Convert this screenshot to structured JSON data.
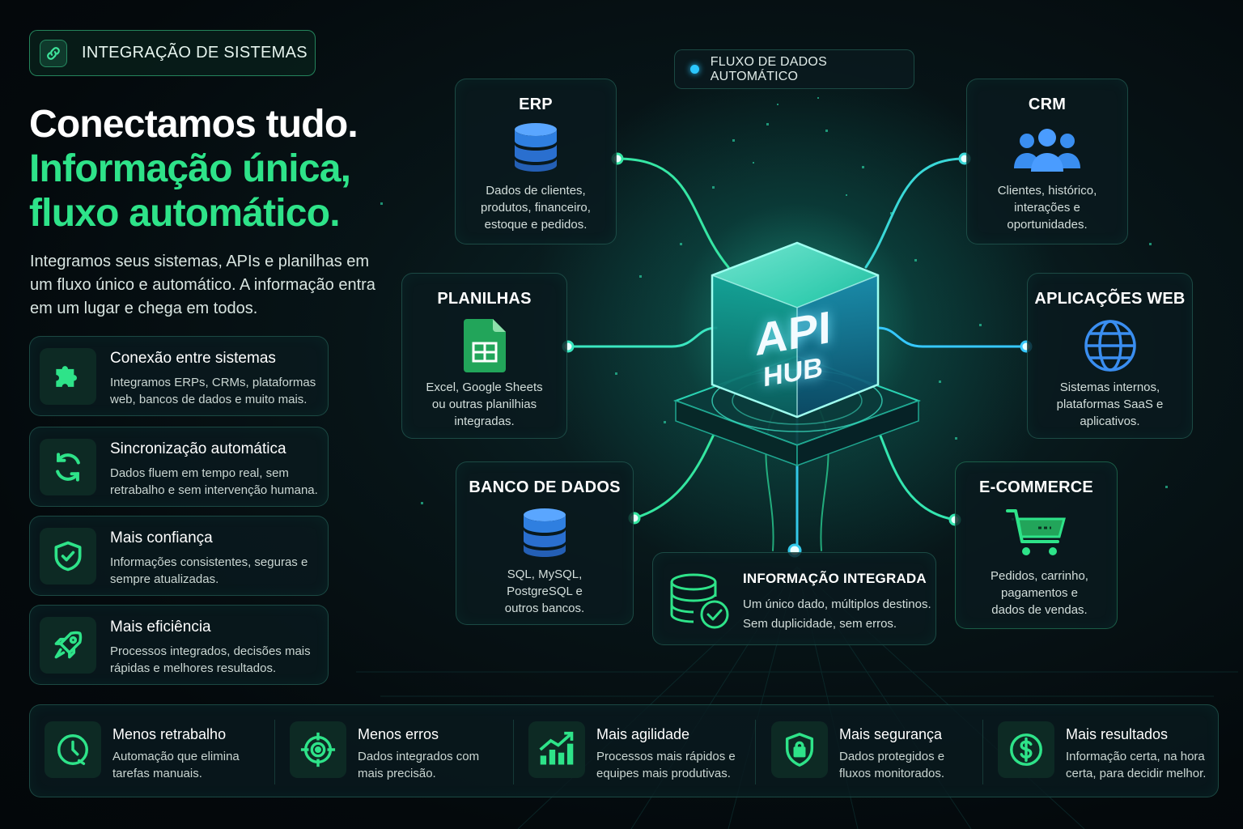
{
  "header": {
    "tag": "INTEGRAÇÃO DE SISTEMAS",
    "headline_line1": "Conectamos tudo.",
    "headline_line2": "Informação única,",
    "headline_line3": "fluxo automático.",
    "intro": "Integramos seus sistemas, APIs e planilhas em um fluxo único e automático. A informação entra em um lugar e chega em todos."
  },
  "features": [
    {
      "title": "Conexão entre sistemas",
      "desc": "Integramos ERPs, CRMs, plataformas web, bancos de dados e muito mais.",
      "icon": "puzzle-icon"
    },
    {
      "title": "Sincronização automática",
      "desc": "Dados fluem em tempo real, sem retrabalho e sem intervenção humana.",
      "icon": "sync-icon"
    },
    {
      "title": "Mais confiança",
      "desc": "Informações consistentes, seguras e sempre atualizadas.",
      "icon": "shield-check-icon"
    },
    {
      "title": "Mais eficiência",
      "desc": "Processos integrados, decisões mais rápidas e melhores resultados.",
      "icon": "rocket-icon"
    }
  ],
  "flow_label": "FLUXO DE DADOS AUTOMÁTICO",
  "hub": {
    "line1": "API",
    "line2": "HUB"
  },
  "nodes": {
    "erp": {
      "title": "ERP",
      "desc": "Dados de clientes, produtos, financeiro, estoque e pedidos.",
      "icon": "database-icon"
    },
    "crm": {
      "title": "CRM",
      "desc": "Clientes, histórico, interações e oportunidades.",
      "icon": "users-icon"
    },
    "planilhas": {
      "title": "PLANILHAS",
      "desc": "Excel, Google Sheets ou outras planilhias integradas.",
      "icon": "spreadsheet-icon"
    },
    "web": {
      "title": "APLICAÇÕES WEB",
      "desc": "Sistemas internos, plataformas SaaS e aplicativos.",
      "icon": "globe-icon"
    },
    "banco": {
      "title": "BANCO DE DADOS",
      "desc": "SQL, MySQL, PostgreSQL e outros bancos.",
      "icon": "database-icon"
    },
    "ecommerce": {
      "title": "E-COMMERCE",
      "desc": "Pedidos, carrinho, pagamentos e dados de vendas.",
      "icon": "cart-icon"
    }
  },
  "integrated": {
    "title": "INFORMAÇÃO INTEGRADA",
    "desc_line1": "Um único dado, múltiplos destinos.",
    "desc_line2": "Sem duplicidade, sem erros.",
    "icon": "database-check-icon"
  },
  "benefits": [
    {
      "title": "Menos retrabalho",
      "desc": "Automação que elimina tarefas manuais.",
      "icon": "clock-icon"
    },
    {
      "title": "Menos erros",
      "desc": "Dados integrados com mais precisão.",
      "icon": "target-icon"
    },
    {
      "title": "Mais agilidade",
      "desc": "Processos mais rápidos e equipes mais produtivas.",
      "icon": "growth-chart-icon"
    },
    {
      "title": "Mais segurança",
      "desc": "Dados protegidos e fluxos monitorados.",
      "icon": "lock-shield-icon"
    },
    {
      "title": "Mais resultados",
      "desc": "Informação certa, na hora certa, para decidir melhor.",
      "icon": "dollar-icon"
    }
  ],
  "colors": {
    "accent_green": "#2ee389",
    "accent_cyan": "#2bc7ff",
    "background": "#05100f",
    "db_blue": "#2f7fe0"
  }
}
